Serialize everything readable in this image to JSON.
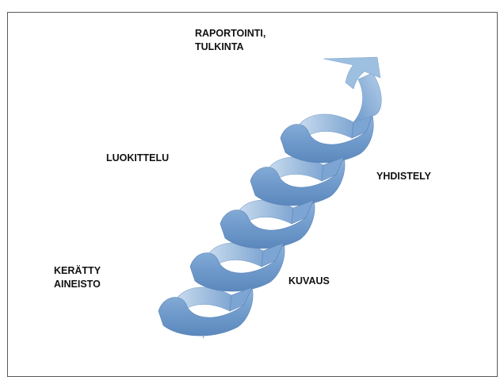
{
  "diagram": {
    "labels": {
      "raportointi": "RAPORTOINTI,\nTULKINTA",
      "luokittelu": "LUOKITTELU",
      "yhdistely": "YHDISTELY",
      "keratty": "KERÄTTY\nAINEISTO",
      "kuvaus": "KUVAUS"
    },
    "colors": {
      "ribbon_front": "#6f9acb",
      "ribbon_back": "#8fb4dc",
      "ribbon_light": "#c6daee",
      "arrow_head": "#9dbfe0",
      "frame_border": "#5a5a5a",
      "text": "#111111"
    },
    "icon": "upward-spiral-arrow"
  }
}
